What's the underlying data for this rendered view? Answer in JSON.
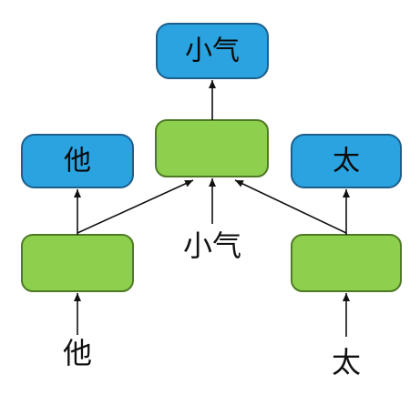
{
  "nodes": {
    "top_output": "小气",
    "left_output": "他",
    "right_output": "太"
  },
  "inputs": {
    "left": "他",
    "middle": "小气",
    "right": "太"
  },
  "colors": {
    "output_box": "#2aa3e0",
    "hidden_box": "#8dd04e"
  }
}
